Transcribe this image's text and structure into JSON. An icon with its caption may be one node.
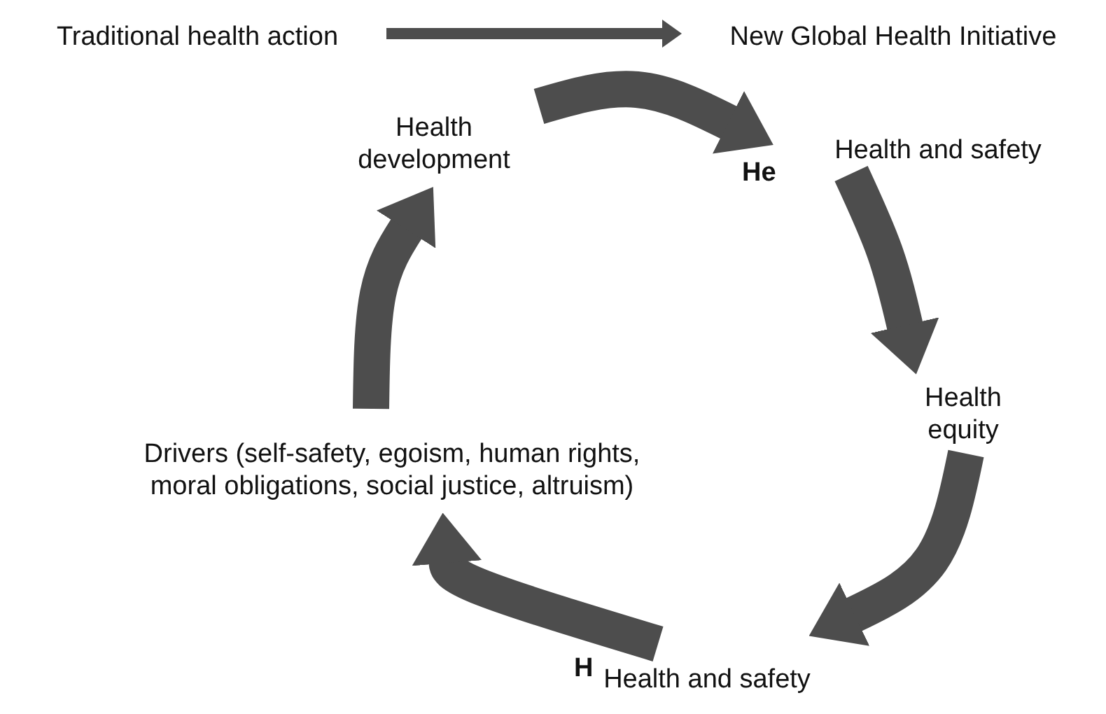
{
  "diagram": {
    "nodes": [
      {
        "text": [
          "Traditional health action"
        ]
      },
      {
        "text": [
          "New Global Health Initiative"
        ]
      },
      {
        "text": [
          "Health development"
        ]
      },
      {
        "text": [
          "Health and safety"
        ]
      },
      {
        "text": [
          "Health equity"
        ]
      },
      {
        "text": [
          "Health and safety"
        ]
      },
      {
        "text": [
          "Drivers (self-safety, egoism, human rights, moral obligations, social justice, altruism)"
        ]
      }
    ],
    "edges": [
      {
        "from": 0,
        "to": 1,
        "arrow": "to"
      },
      {
        "from": 2,
        "to": 3,
        "arrow": "to"
      },
      {
        "from": 3,
        "to": 4,
        "arrow": "to"
      },
      {
        "from": 4,
        "to": 5,
        "arrow": "to"
      },
      {
        "from": 5,
        "to": 6,
        "arrow": "to"
      },
      {
        "from": 6,
        "to": 2,
        "arrow": "to"
      }
    ],
    "labels": [
      "He",
      "H"
    ]
  }
}
